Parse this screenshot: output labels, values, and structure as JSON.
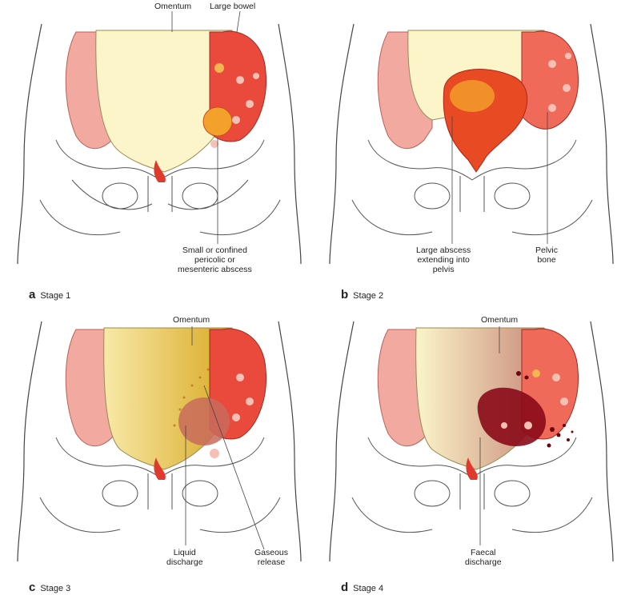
{
  "panels": {
    "a": {
      "letter": "a",
      "stage": "Stage 1",
      "labels": {
        "omentum": "Omentum",
        "large_bowel": "Large bowel",
        "abscess": "Small or confined\npericolic or\nmesenteric abscess"
      }
    },
    "b": {
      "letter": "b",
      "stage": "Stage 2",
      "labels": {
        "abscess": "Large abscess\nextending into\npelvis",
        "pelvic_bone": "Pelvic\nbone"
      }
    },
    "c": {
      "letter": "c",
      "stage": "Stage 3",
      "labels": {
        "omentum": "Omentum",
        "liquid": "Liquid\ndischarge",
        "gaseous": "Gaseous\nrelease"
      }
    },
    "d": {
      "letter": "d",
      "stage": "Stage 4",
      "labels": {
        "omentum": "Omentum",
        "faecal": "Faecal\ndischarge"
      }
    }
  },
  "colors": {
    "omentum_pale": "#fbf5c9",
    "omentum_yellow": "#dcb331",
    "colon_pink": "#f1a9a0",
    "inflamed_red": "#d91e22",
    "abscess_orange": "#f3a12b",
    "faecal_dark": "#8a0a18"
  }
}
